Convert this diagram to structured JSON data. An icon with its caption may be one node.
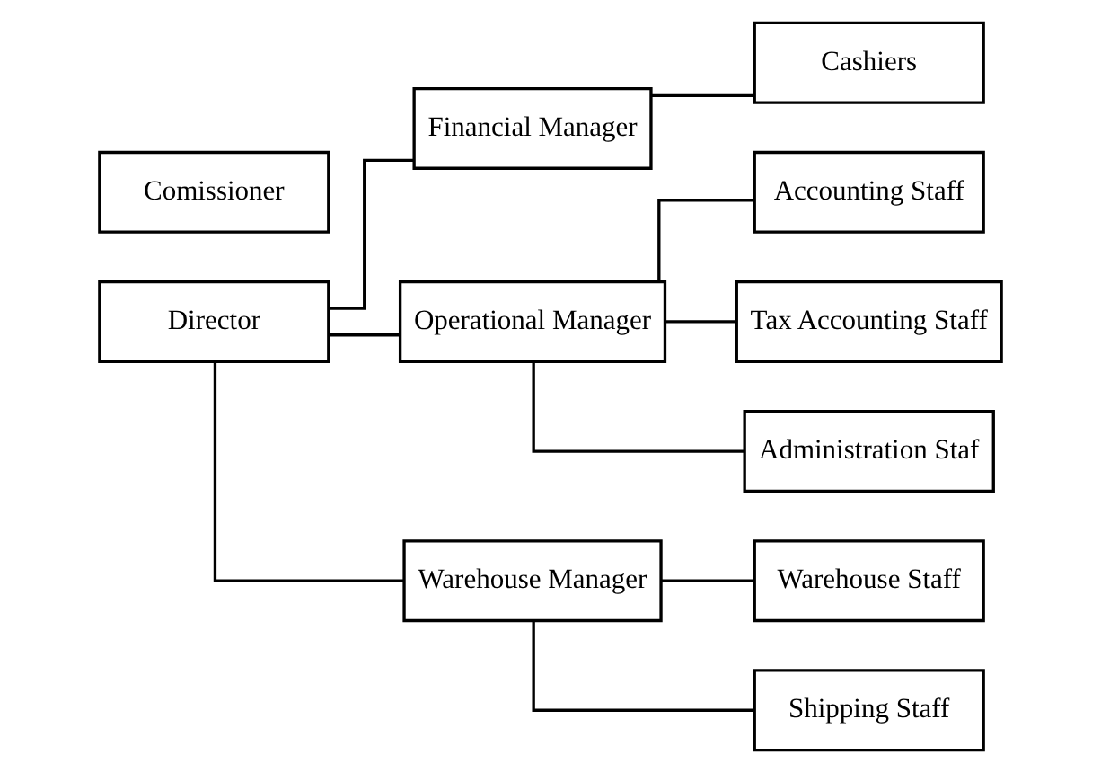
{
  "diagram": {
    "nodes": [
      {
        "text": [
          "Comissioner"
        ]
      },
      {
        "text": [
          "Director"
        ]
      },
      {
        "text": [
          "Financial Manager"
        ]
      },
      {
        "text": [
          "Operational Manager"
        ]
      },
      {
        "text": [
          "Warehouse Manager"
        ]
      },
      {
        "text": [
          "Cashiers"
        ]
      },
      {
        "text": [
          "Accounting Staff"
        ]
      },
      {
        "text": [
          "Tax Accounting Staff"
        ]
      },
      {
        "text": [
          "Administration Staf"
        ]
      },
      {
        "text": [
          "Warehouse Staff"
        ]
      },
      {
        "text": [
          "Shipping Staff"
        ]
      }
    ],
    "edges": [
      {
        "from": 1,
        "to": 2,
        "arrow": "none"
      },
      {
        "from": 1,
        "to": 3,
        "arrow": "none"
      },
      {
        "from": 1,
        "to": 4,
        "arrow": "none"
      },
      {
        "from": 2,
        "to": 5,
        "arrow": "none"
      },
      {
        "from": 3,
        "to": 6,
        "arrow": "none"
      },
      {
        "from": 3,
        "to": 7,
        "arrow": "none"
      },
      {
        "from": 3,
        "to": 8,
        "arrow": "none"
      },
      {
        "from": 4,
        "to": 9,
        "arrow": "none"
      },
      {
        "from": 4,
        "to": 10,
        "arrow": "none"
      }
    ]
  }
}
